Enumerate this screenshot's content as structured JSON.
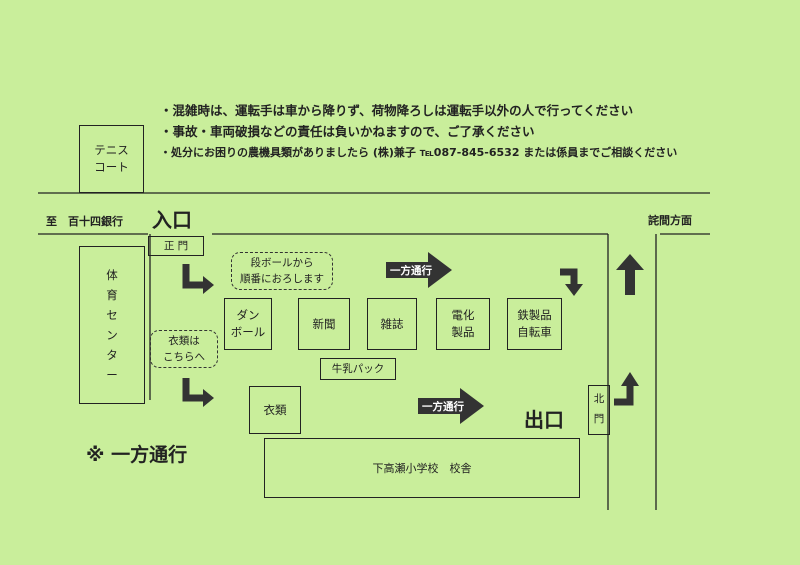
{
  "notices": [
    "・混雑時は、運転手は車から降りず、荷物降ろしは運転手以外の人で行ってください",
    "・事故・車両破損などの責任は負いかねますので、ご了承ください",
    "・処分にお困りの農機具類がありましたら (株)兼子 ℡087-845-6532 または係員までご相談ください"
  ],
  "labels": {
    "tennis_court": "テニス\nコート",
    "to_bank": "至　百十四銀行",
    "to_takuma": "詫間方面",
    "entrance": "入口",
    "main_gate": "正 門",
    "gym": [
      "体",
      "育",
      "セ",
      "ン",
      "タ",
      "ー"
    ],
    "bubble_cardboard": "段ボールから\n順番におろします",
    "bubble_clothes": "衣類は\nこちらへ",
    "one_way_top": "一方通行",
    "one_way_bottom": "一方通行",
    "exit": "出口",
    "north_gate": [
      "北",
      "門"
    ],
    "one_way_note": "※ 一方通行",
    "school": "下高瀬小学校　校舎"
  },
  "stations": {
    "cardboard": "ダン\nボール",
    "newspaper": "新聞",
    "magazine": "雑誌",
    "appliances": "電化\n製品",
    "bicycles": "鉄製品\n自転車",
    "milk_carton": "牛乳パック",
    "clothes": "衣類"
  }
}
